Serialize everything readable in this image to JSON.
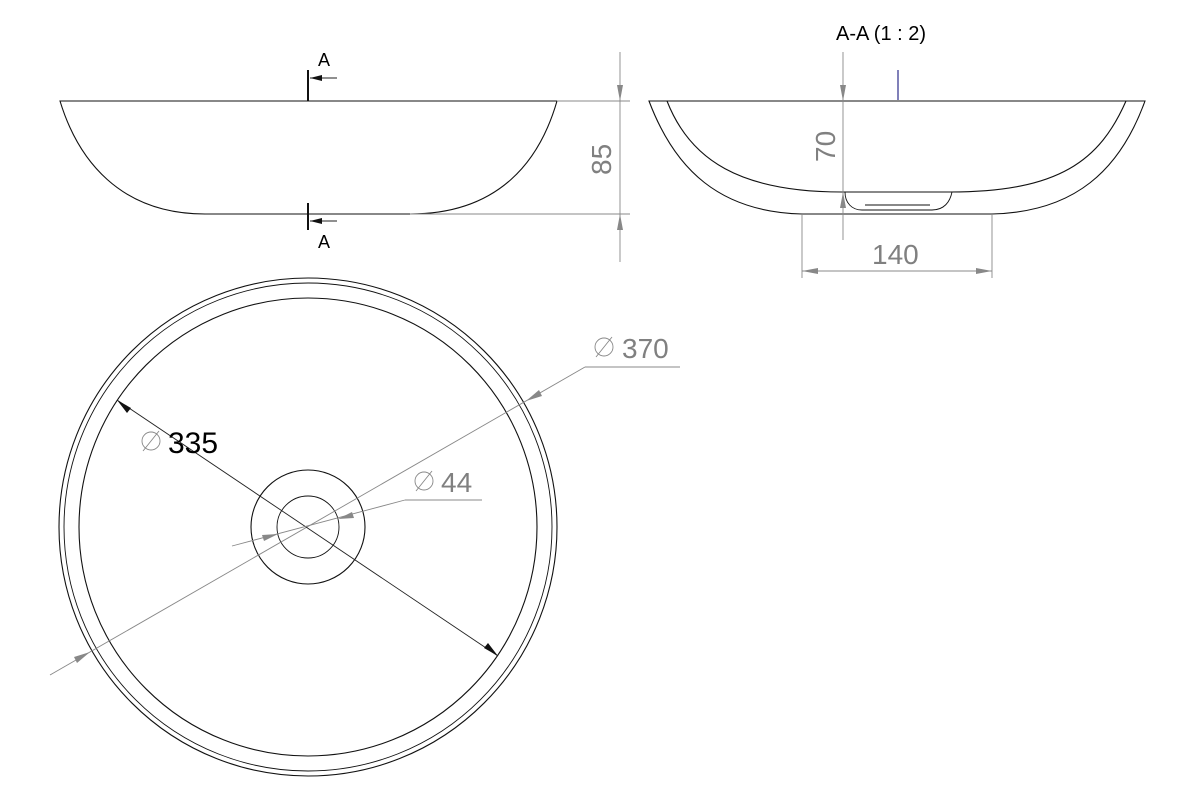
{
  "section": {
    "title": "A-A (1 : 2)",
    "cut_label_top": "A",
    "cut_label_bottom": "A"
  },
  "dimensions": {
    "overall_height": "85",
    "inner_depth": "70",
    "base_width": "140",
    "outer_diameter": "370",
    "inner_diameter": "335",
    "drain_diameter": "44"
  },
  "colors": {
    "outline": "#111111",
    "dimension": "#888888"
  }
}
